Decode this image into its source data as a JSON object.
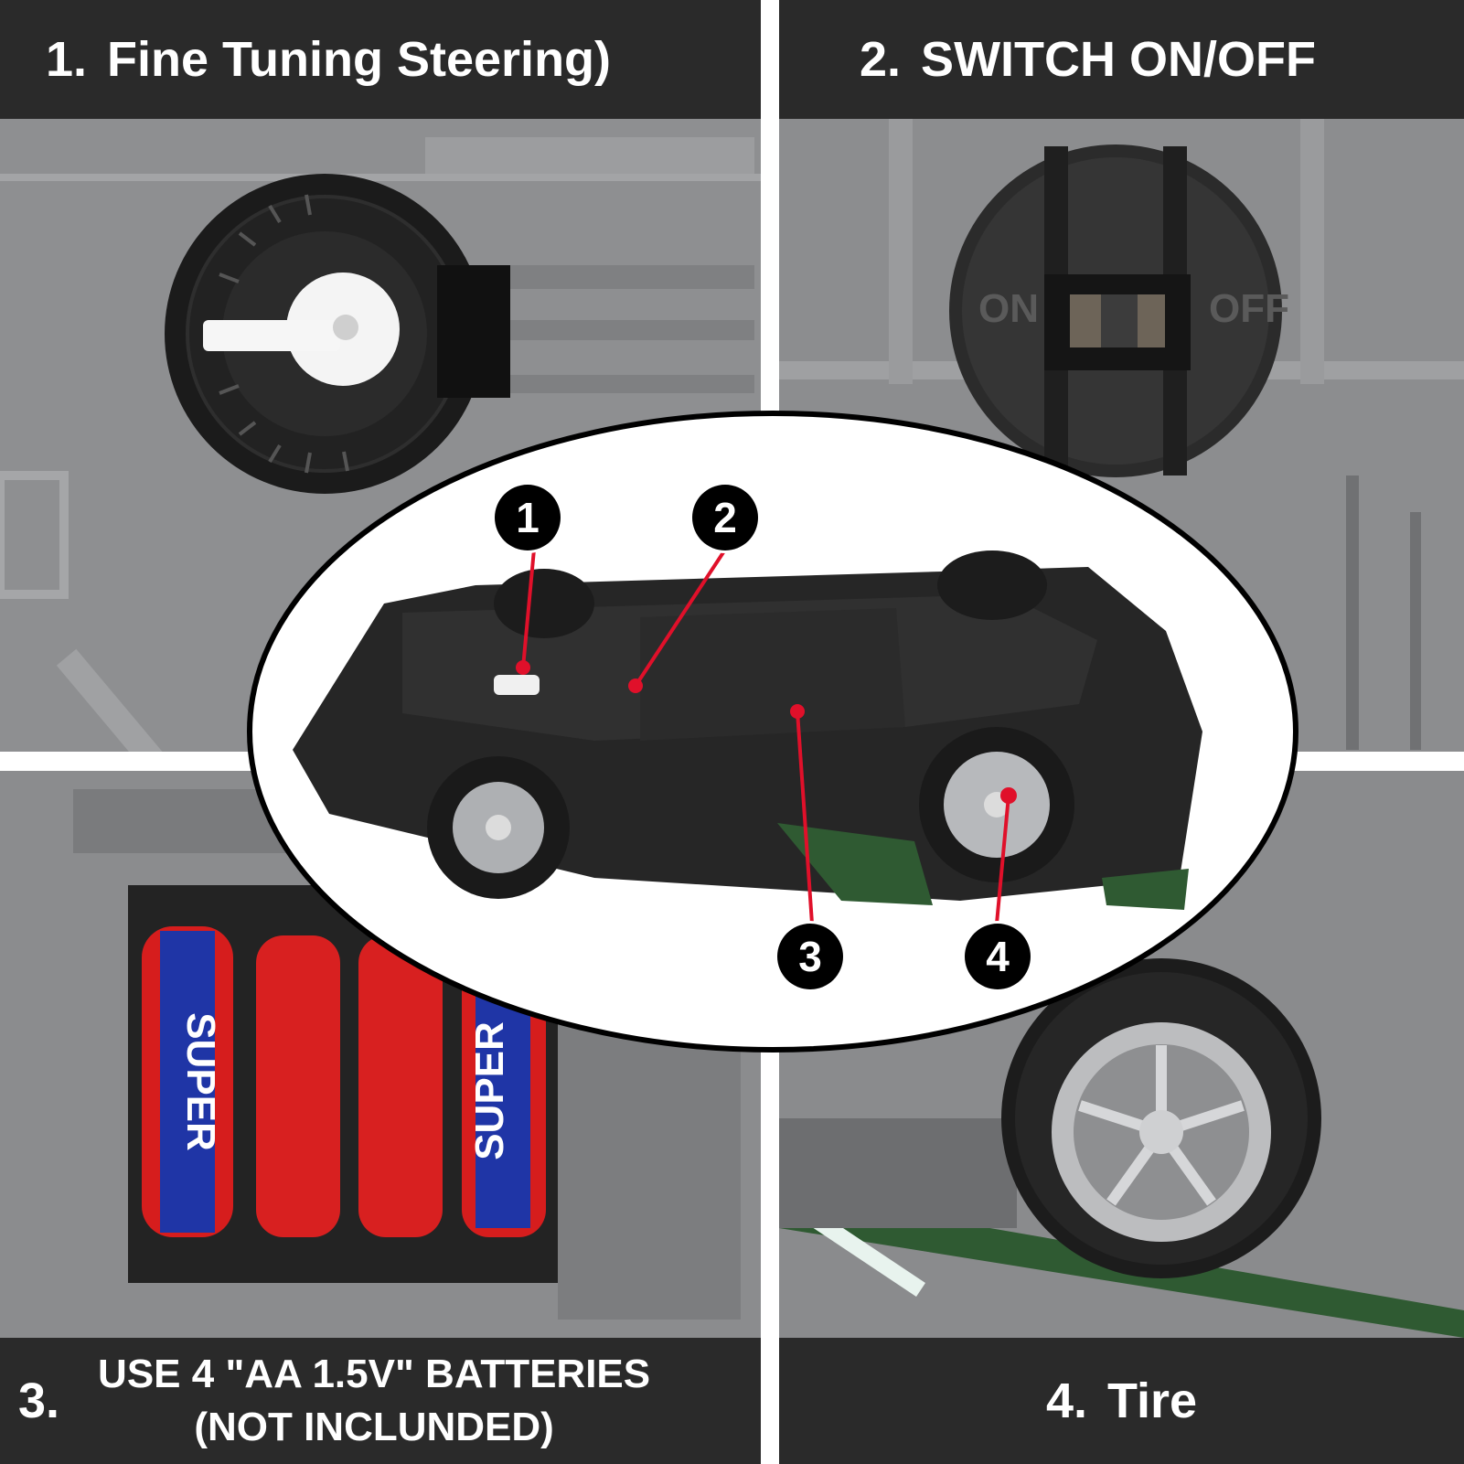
{
  "panels": [
    {
      "number": "1.",
      "title": "Fine Tuning Steering)"
    },
    {
      "number": "2.",
      "title": "SWITCH ON/OFF",
      "labels": {
        "on": "ON",
        "off": "OFF"
      }
    },
    {
      "number": "3.",
      "title_line1": "USE 4 \"AA 1.5V\" BATTERIES",
      "title_line2": "(NOT INCLUNDED)",
      "battery_brand": "SUPER"
    },
    {
      "number": "4.",
      "title": "Tire"
    }
  ],
  "callouts": [
    "1",
    "2",
    "3",
    "4"
  ],
  "colors": {
    "bar": "#2a2a2a",
    "callout": "#000000",
    "pointer": "#e0102a",
    "panel": "#8f9092",
    "stripe": "#2f5a32"
  }
}
